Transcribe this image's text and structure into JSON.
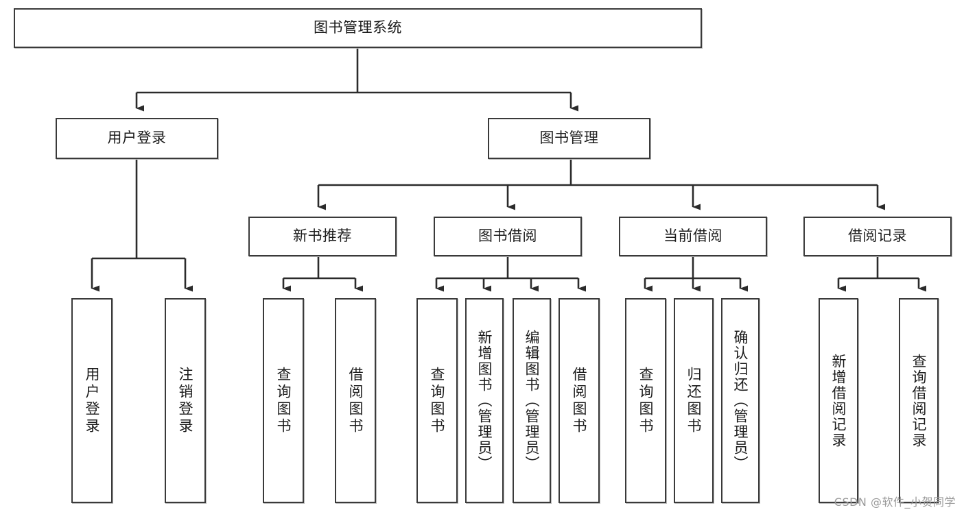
{
  "diagram": {
    "title": "图书管理系统",
    "type": "tree",
    "watermark": "CSDN @软件_小贺同学",
    "colors": {
      "box_border": "#3a3a3a",
      "box_fill": "#ffffff",
      "edge": "#2b2b2b",
      "watermark": "#9a9a9a",
      "background": "#ffffff"
    },
    "nodes": {
      "root": {
        "label": "图书管理系统"
      },
      "level1": [
        {
          "id": "user-login",
          "label": "用户登录"
        },
        {
          "id": "book-manage",
          "label": "图书管理"
        }
      ],
      "level2": [
        {
          "id": "new-book-recommend",
          "label": "新书推荐"
        },
        {
          "id": "book-borrow",
          "label": "图书借阅"
        },
        {
          "id": "current-borrow",
          "label": "当前借阅"
        },
        {
          "id": "borrow-record",
          "label": "借阅记录"
        }
      ],
      "leaves": {
        "user-login": [
          {
            "id": "leaf-user-login",
            "label": "用户登录"
          },
          {
            "id": "leaf-logout-login",
            "label": "注销登录"
          }
        ],
        "new-book-recommend": [
          {
            "id": "leaf-query-book-1",
            "label": "查询图书"
          },
          {
            "id": "leaf-borrow-book-1",
            "label": "借阅图书"
          }
        ],
        "book-borrow": [
          {
            "id": "leaf-query-book-2",
            "label": "查询图书"
          },
          {
            "id": "leaf-add-book-admin",
            "label": "新增图书（管理员）"
          },
          {
            "id": "leaf-edit-book-admin",
            "label": "编辑图书（管理员）"
          },
          {
            "id": "leaf-borrow-book-2",
            "label": "借阅图书"
          }
        ],
        "current-borrow": [
          {
            "id": "leaf-query-book-3",
            "label": "查询图书"
          },
          {
            "id": "leaf-return-book",
            "label": "归还图书"
          },
          {
            "id": "leaf-confirm-return-admin",
            "label": "确认归还（管理员）"
          }
        ],
        "borrow-record": [
          {
            "id": "leaf-add-borrow-record",
            "label": "新增借阅记录"
          },
          {
            "id": "leaf-query-borrow-record",
            "label": "查询借阅记录"
          }
        ]
      }
    }
  }
}
